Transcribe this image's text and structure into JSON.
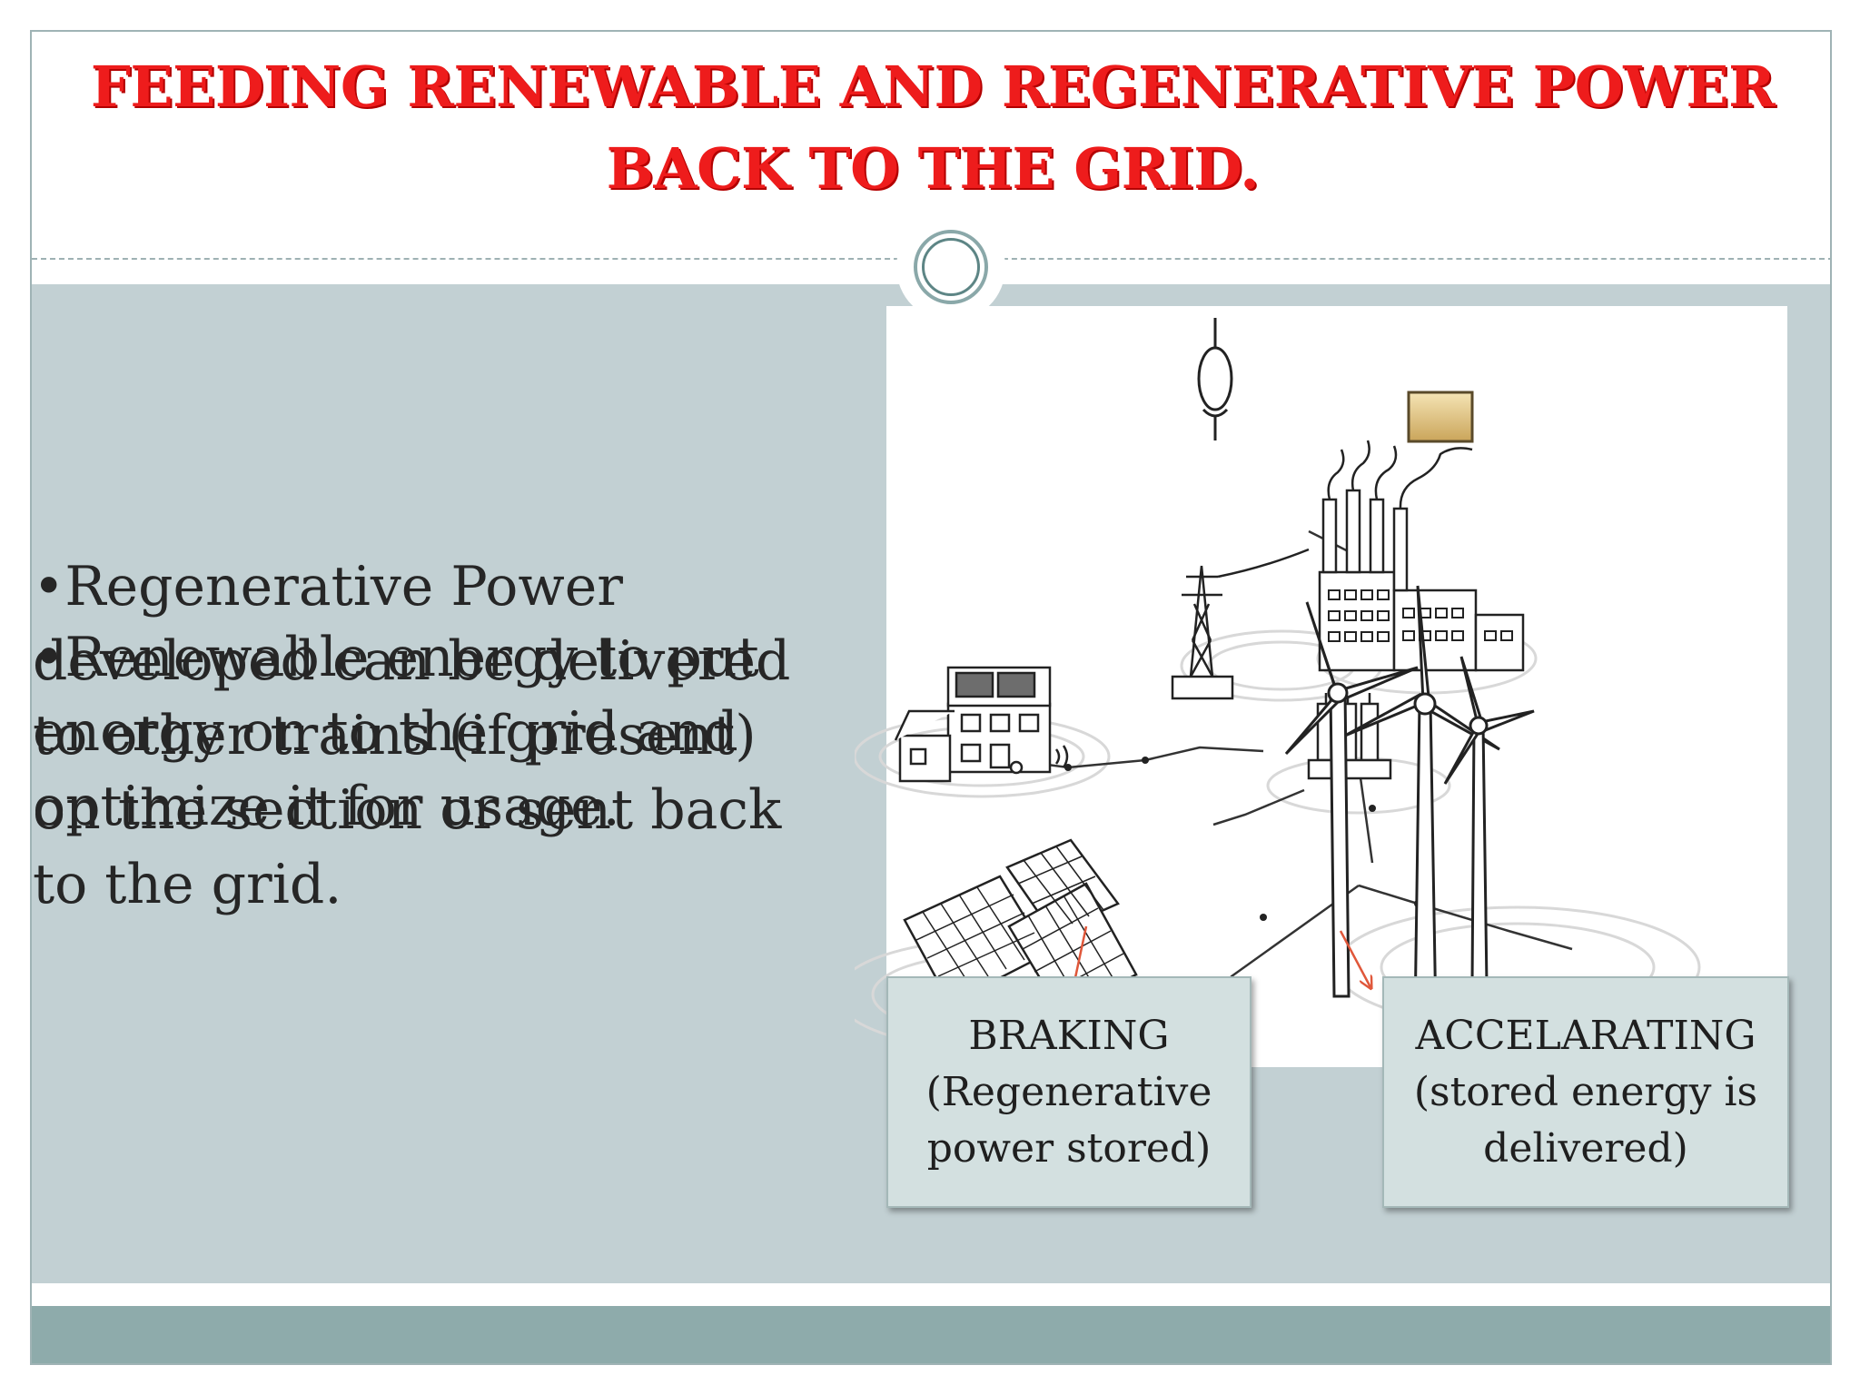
{
  "slide": {
    "title_line1": "Feeding renewable and regenerative power",
    "title_line2": "back to the grid.",
    "bullets": [
      "•Regenerative Power developed can be delivered to other trains (if present) on the section or sent back to the grid.",
      "•Renewable energy to put energy on to the grid and optimize it for usage."
    ]
  },
  "callouts": {
    "braking": [
      "BRAKING",
      "(Regenerative",
      "power stored)"
    ],
    "accelerating": [
      "ACCELARATING",
      "(stored energy is",
      "delivered)"
    ]
  },
  "colors": {
    "title": "#ee1c1c",
    "content_bg": "#c2d0d3",
    "footer_bar": "#8eabab",
    "callout_bg": "#d3e0e0",
    "arrow": "#e0573a"
  },
  "icons": [
    "meter-icon",
    "battery-icon",
    "factory-icon",
    "transmission-tower-icon",
    "house-icon",
    "substation-icon",
    "wind-turbine-icon",
    "solar-panel-icon"
  ]
}
